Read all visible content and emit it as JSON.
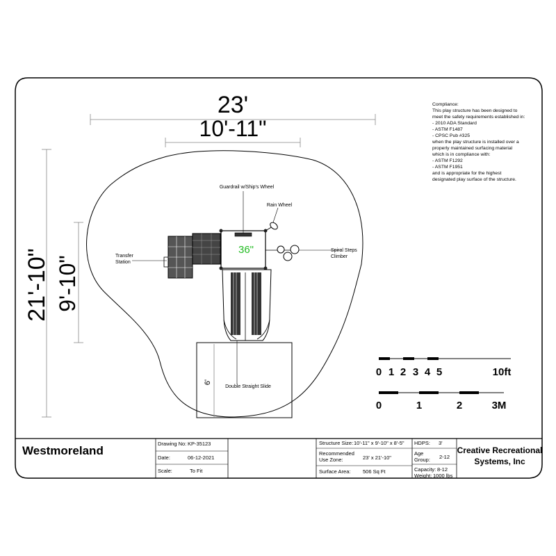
{
  "dimensions": {
    "overall_width": "23'",
    "structure_width": "10'-11\"",
    "overall_length": "21'-10\"",
    "structure_length": "9'-10\"",
    "slide_height": "6'",
    "deck_height": "36\""
  },
  "callouts": {
    "guardrail": "Guardrail w/Ship's Wheel",
    "rain_wheel": "Rain Wheel",
    "transfer_line1": "Transfer",
    "transfer_line2": "Station",
    "spiral_line1": "Spiral Steps",
    "spiral_line2": "Climber",
    "slide": "Double Straight Slide"
  },
  "compliance": [
    "Compliance:",
    "This play structure has been designed to",
    "meet the safety requirements established in:",
    "- 2010 ADA Standard",
    "- ASTM F1487",
    "- CPSC Pub #325",
    "when the play structure is installed over a",
    "properly maintained surfacing material",
    "which is in compliance with:",
    "- ASTM F1292",
    "- ASTM F1951",
    "and is appropriate for the highest",
    "designated play surface of the structure."
  ],
  "scale": {
    "ft_labels": [
      "0",
      "1",
      "2",
      "3",
      "4",
      "5",
      "10ft"
    ],
    "m_labels": [
      "0",
      "1",
      "2",
      "3M"
    ]
  },
  "title_block": {
    "name": "Westmoreland",
    "drawing_no_label": "Drawing No:",
    "drawing_no": "KP-35123",
    "date_label": "Date:",
    "date": "06-12-2021",
    "scale_label": "Scale:",
    "scale": "To Fit",
    "structure_size_label": "Structure Size:",
    "structure_size": "10'-11\" x 9'-10\" x 8'-5\"",
    "use_zone_label1": "Recommended",
    "use_zone_label2": "Use Zone:",
    "use_zone": "23' x 21'-10\"",
    "surface_area_label": "Surface Area:",
    "surface_area": "506 Sq Ft",
    "hdps_label": "HDPS:",
    "hdps": "3'",
    "age_label1": "Age",
    "age_label2": "Group:",
    "age": "2-12",
    "capacity_label": "Capacity:",
    "capacity": "8-12",
    "weight_label": "Weight:",
    "weight": "1000 lbs",
    "company_line1": "Creative Recreational",
    "company_line2": "Systems, Inc"
  }
}
